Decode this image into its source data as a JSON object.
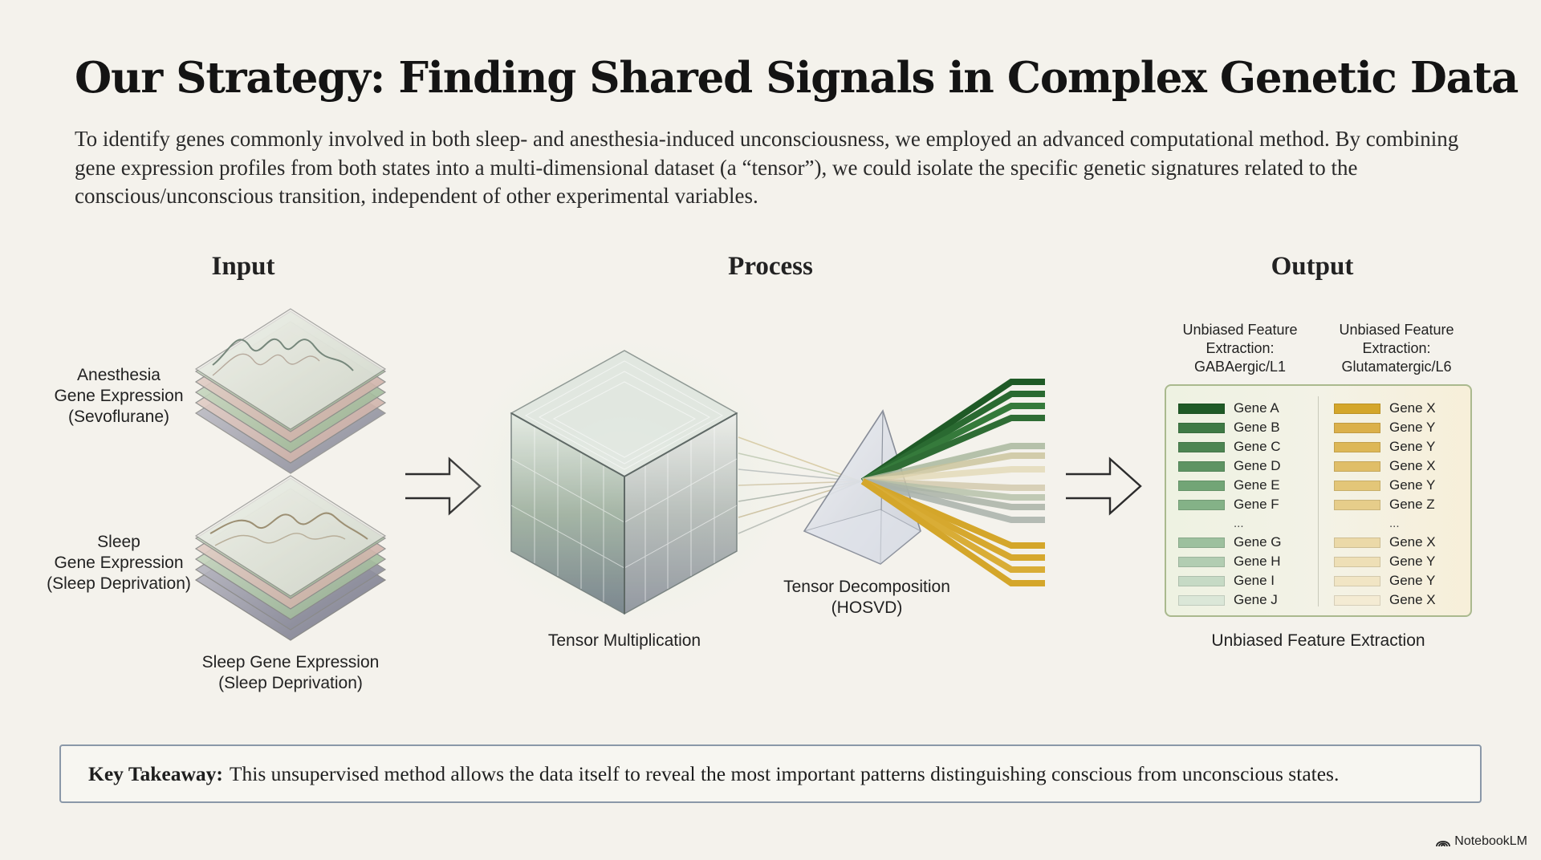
{
  "title": "Our Strategy: Finding Shared Signals in Complex Genetic Data",
  "intro": "To identify genes commonly involved in both sleep- and anesthesia-induced unconsciousness, we employed an advanced computational method. By combining gene expression profiles from both states into a multi-dimensional dataset (a “tensor”), we could isolate the specific genetic signatures related to the conscious/unconscious transition, independent of other experimental variables.",
  "columns": {
    "input": "Input",
    "process": "Process",
    "output": "Output"
  },
  "input": {
    "anesthesia_label": [
      "Anesthesia",
      "Gene Expression",
      "(Sevoflurane)"
    ],
    "sleep_label": [
      "Sleep",
      "Gene Expression",
      "(Sleep Deprivation)"
    ],
    "sleep_caption": [
      "Sleep Gene Expression",
      "(Sleep Deprivation)"
    ]
  },
  "process": {
    "multiplication_label": "Tensor Multiplication",
    "decomposition_label": [
      "Tensor Decomposition",
      "(HOSVD)"
    ]
  },
  "output": {
    "left_heading": [
      "Unbiased Feature",
      "Extraction:",
      "GABAergic/L1"
    ],
    "right_heading": [
      "Unbiased Feature",
      "Extraction:",
      "Glutamatergic/L6"
    ],
    "left_genes": [
      {
        "name": "Gene A",
        "color": "#1f5a26"
      },
      {
        "name": "Gene B",
        "color": "#3f7a45"
      },
      {
        "name": "Gene C",
        "color": "#4d8552"
      },
      {
        "name": "Gene D",
        "color": "#5e9463"
      },
      {
        "name": "Gene E",
        "color": "#72a576"
      },
      {
        "name": "Gene F",
        "color": "#84b287"
      },
      {
        "name": "...",
        "color": ""
      },
      {
        "name": "Gene G",
        "color": "#9dc09e"
      },
      {
        "name": "Gene H",
        "color": "#b2cdb2"
      },
      {
        "name": "Gene I",
        "color": "#c6dac5"
      },
      {
        "name": "Gene J",
        "color": "#dbe7d8"
      }
    ],
    "right_genes": [
      {
        "name": "Gene X",
        "color": "#d4a62a"
      },
      {
        "name": "Gene Y",
        "color": "#dbb04a"
      },
      {
        "name": "Gene Y",
        "color": "#ddb757"
      },
      {
        "name": "Gene X",
        "color": "#e0be68"
      },
      {
        "name": "Gene Y",
        "color": "#e3c678"
      },
      {
        "name": "Gene Z",
        "color": "#e6cd8a"
      },
      {
        "name": "...",
        "color": ""
      },
      {
        "name": "Gene X",
        "color": "#ebd9a8"
      },
      {
        "name": "Gene Y",
        "color": "#eedfb6"
      },
      {
        "name": "Gene Y",
        "color": "#f1e5c4"
      },
      {
        "name": "Gene X",
        "color": "#f4ebd3"
      }
    ],
    "caption": "Unbiased Feature Extraction"
  },
  "takeaway": {
    "label": "Key Takeaway:",
    "text": "This unsupervised method allows the data itself to reveal the most important patterns distinguishing conscious from unconscious states."
  },
  "brand": "NotebookLM",
  "icons": {
    "arrow_1": "right-arrow-icon",
    "arrow_2": "right-arrow-icon",
    "brand": "notebooklm-logo-icon"
  }
}
